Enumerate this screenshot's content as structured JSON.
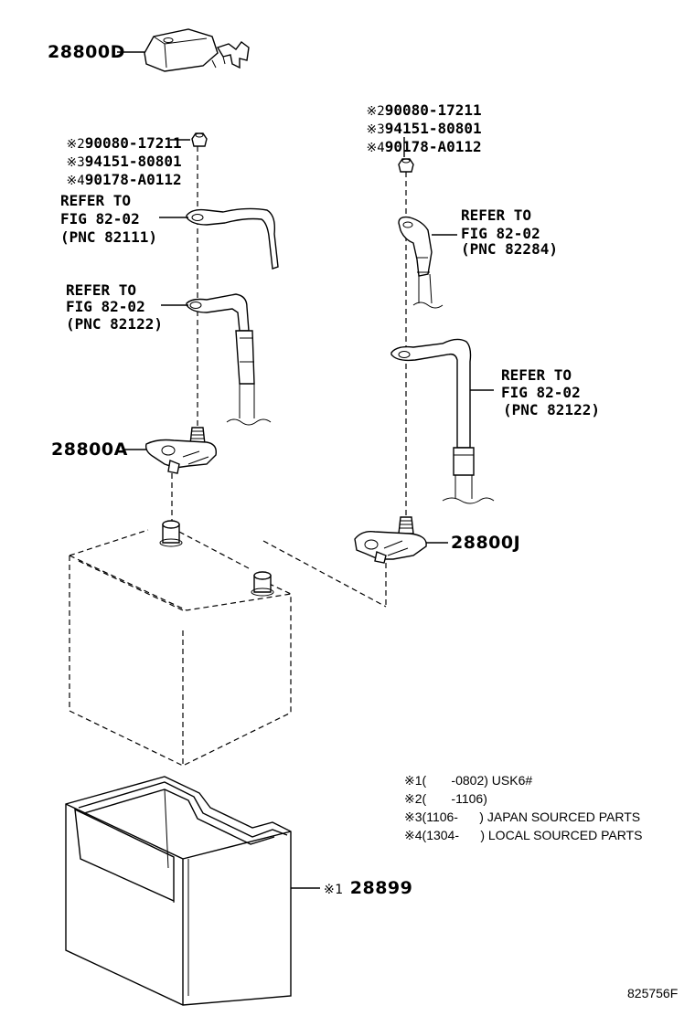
{
  "callouts": {
    "cover": "28800D",
    "terminal_positive": "28800A",
    "terminal_negative": "28800J",
    "tray": {
      "mark": "※1",
      "part": "28899"
    }
  },
  "left_fasteners": [
    {
      "mark": "※2",
      "part": "90080-17211"
    },
    {
      "mark": "※3",
      "part": "94151-80801"
    },
    {
      "mark": "※4",
      "part": "90178-A0112"
    }
  ],
  "right_fasteners": [
    {
      "mark": "※2",
      "part": "90080-17211"
    },
    {
      "mark": "※3",
      "part": "94151-80801"
    },
    {
      "mark": "※4",
      "part": "90178-A0112"
    }
  ],
  "refs": {
    "pnc_82111": [
      "REFER TO",
      "FIG 82-02",
      "(PNC 82111)"
    ],
    "pnc_82122_left": [
      "REFER TO",
      "FIG 82-02",
      "(PNC 82122)"
    ],
    "pnc_82284": [
      "REFER TO",
      "FIG 82-02",
      "(PNC 82284)"
    ],
    "pnc_82122_right": [
      "REFER TO",
      "FIG 82-02",
      "(PNC 82122)"
    ]
  },
  "notes": [
    {
      "mark": "※1",
      "text": "(       -0802) USK6#"
    },
    {
      "mark": "※2",
      "text": "(       -1106)"
    },
    {
      "mark": "※3",
      "text": "(1106-      ) JAPAN SOURCED PARTS"
    },
    {
      "mark": "※4",
      "text": "(1304-      ) LOCAL SOURCED PARTS"
    }
  ],
  "figure_id": "825756F"
}
